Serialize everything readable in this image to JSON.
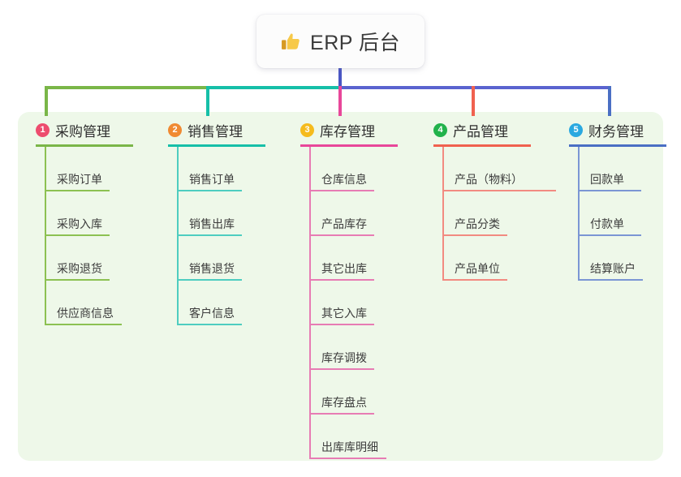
{
  "root": {
    "icon": "thumbs-up-icon",
    "title": "ERP 后台"
  },
  "colors": {
    "panel_bg": "#eef8e9",
    "page_bg": "#ffffff",
    "root_stem": "#4a56c4",
    "bus_green": "#7ab648",
    "bus_teal": "#16bfa8",
    "bus_blue": "#5a63cf"
  },
  "columns": [
    {
      "number": "1",
      "title": "采购管理",
      "badge_color": "#ed4c6e",
      "rule_color": "#7ab648",
      "line_color": "#8cc152",
      "drop_color": "#7ab648",
      "items": [
        "采购订单",
        "采购入库",
        "采购退货",
        "供应商信息"
      ]
    },
    {
      "number": "2",
      "title": "销售管理",
      "badge_color": "#f08a32",
      "rule_color": "#16bfa8",
      "line_color": "#4ecdc0",
      "drop_color": "#16bfa8",
      "items": [
        "销售订单",
        "销售出库",
        "销售退货",
        "客户信息"
      ]
    },
    {
      "number": "3",
      "title": "库存管理",
      "badge_color": "#f5bb1d",
      "rule_color": "#e8479a",
      "line_color": "#e77cb4",
      "drop_color": "#e8479a",
      "items": [
        "仓库信息",
        "产品库存",
        "其它出库",
        "其它入库",
        "库存调拨",
        "库存盘点",
        "出库库明细"
      ]
    },
    {
      "number": "4",
      "title": "产品管理",
      "badge_color": "#21b24b",
      "rule_color": "#f0614f",
      "line_color": "#f28b81",
      "drop_color": "#f0614f",
      "items": [
        "产品（物料）",
        "产品分类",
        "产品单位"
      ]
    },
    {
      "number": "5",
      "title": "财务管理",
      "badge_color": "#2aa9e0",
      "rule_color": "#4a6fc4",
      "line_color": "#7b96d4",
      "drop_color": "#4a6fc4",
      "items": [
        "回款单",
        "付款单",
        "结算账户"
      ]
    }
  ]
}
